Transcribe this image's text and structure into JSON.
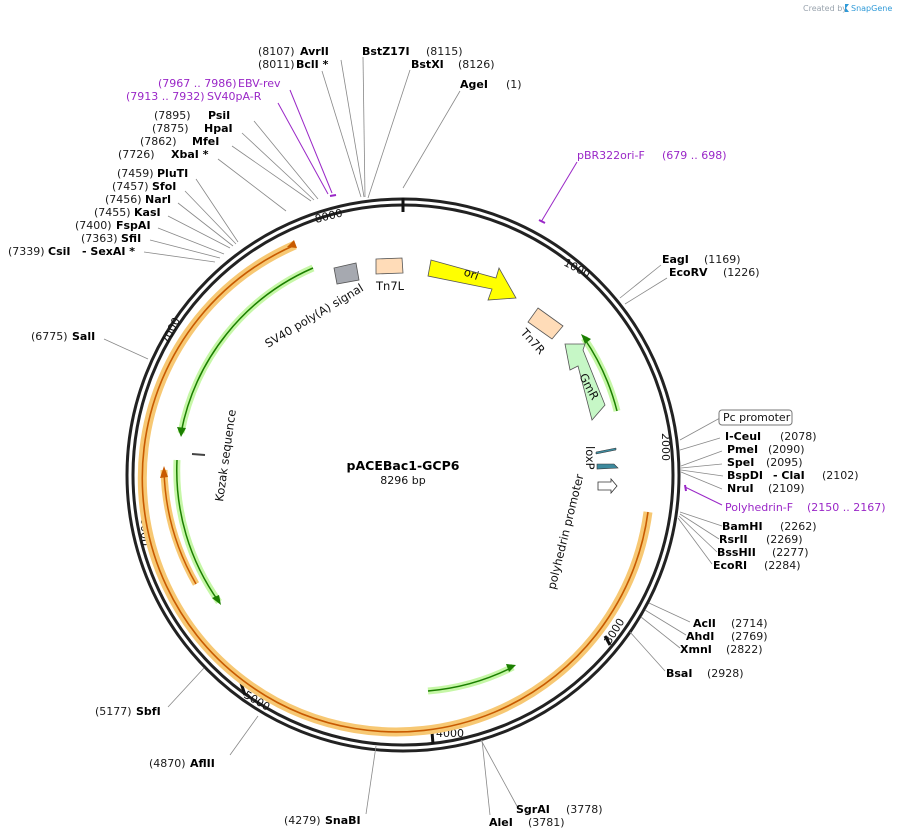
{
  "credit": {
    "prefix": "Created by",
    "brand": "SnapGene"
  },
  "plasmid": {
    "name": "pACEBac1-GCP6",
    "length_label": "8296 bp"
  },
  "ticks": [
    "1000",
    "2000",
    "3000",
    "4000",
    "5000",
    "6000",
    "7000",
    "8000"
  ],
  "enzymes": [
    {
      "name": "AvrII",
      "pos": "(8107)"
    },
    {
      "name": "BstZ17I",
      "pos": "(8115)"
    },
    {
      "name": "BclI *",
      "pos": "(8011)"
    },
    {
      "name": "BstXI",
      "pos": "(8126)"
    },
    {
      "name": "AgeI",
      "pos": "(1)"
    },
    {
      "name": "PsiI",
      "pos": "(7895)"
    },
    {
      "name": "HpaI",
      "pos": "(7875)"
    },
    {
      "name": "MfeI",
      "pos": "(7862)"
    },
    {
      "name": "XbaI *",
      "pos": "(7726)"
    },
    {
      "name": "PluTI",
      "pos": "(7459)"
    },
    {
      "name": "SfoI",
      "pos": "(7457)"
    },
    {
      "name": "NarI",
      "pos": "(7456)"
    },
    {
      "name": "KasI",
      "pos": "(7455)"
    },
    {
      "name": "FspAI",
      "pos": "(7400)"
    },
    {
      "name": "SfiI",
      "pos": "(7363)"
    },
    {
      "name": "CsiI",
      "pos": "(7339)"
    },
    {
      "name": "- SexAI *",
      "pos": ""
    },
    {
      "name": "SalI",
      "pos": "(6775)"
    },
    {
      "name": "EagI",
      "pos": "(1169)"
    },
    {
      "name": "EcoRV",
      "pos": "(1226)"
    },
    {
      "name": "I-CeuI",
      "pos": "(2078)"
    },
    {
      "name": "PmeI",
      "pos": "(2090)"
    },
    {
      "name": "SpeI",
      "pos": "(2095)"
    },
    {
      "name": "BspDI",
      "pos": ""
    },
    {
      "name": "- ClaI",
      "pos": "(2102)"
    },
    {
      "name": "NruI",
      "pos": "(2109)"
    },
    {
      "name": "BamHI",
      "pos": "(2262)"
    },
    {
      "name": "RsrII",
      "pos": "(2269)"
    },
    {
      "name": "BssHII",
      "pos": "(2277)"
    },
    {
      "name": "EcoRI",
      "pos": "(2284)"
    },
    {
      "name": "AclI",
      "pos": "(2714)"
    },
    {
      "name": "AhdI",
      "pos": "(2769)"
    },
    {
      "name": "XmnI",
      "pos": "(2822)"
    },
    {
      "name": "BsaI",
      "pos": "(2928)"
    },
    {
      "name": "SbfI",
      "pos": "(5177)"
    },
    {
      "name": "AflII",
      "pos": "(4870)"
    },
    {
      "name": "SnaBI",
      "pos": "(4279)"
    },
    {
      "name": "SgrAI",
      "pos": "(3778)"
    },
    {
      "name": "AleI",
      "pos": "(3781)"
    }
  ],
  "primers": [
    {
      "name": "EBV-rev",
      "range": "(7967 .. 7986)"
    },
    {
      "name": "SV40pA-R",
      "range": "(7913 .. 7932)"
    },
    {
      "name": "pBR322ori-F",
      "range": "(679 .. 698)"
    },
    {
      "name": "Polyhedrin-F",
      "range": "(2150 .. 2167)"
    }
  ],
  "features": {
    "sv40": "SV40 poly(A) signal",
    "tn7l": "Tn7L",
    "ori": "ori",
    "tn7r": "Tn7R",
    "gmr": "GmR",
    "loxp": "loxP",
    "polh": "polyhedrin promoter",
    "kozak": "Kozak sequence",
    "pc_promoter": "Pc promoter"
  },
  "colors": {
    "ori": "#ffff00",
    "gmr": "#c6f7c6",
    "tn7": "#ffdcb8",
    "sv40": "#a6a9b0",
    "loxp": "#3d8a9e",
    "orange_band": "#f7c873",
    "orange_line": "#c85a00",
    "green_band": "#c6f7a7",
    "green_line": "#1b7f00",
    "primer": "#9a27c7",
    "brand": "#2f9ad8"
  }
}
